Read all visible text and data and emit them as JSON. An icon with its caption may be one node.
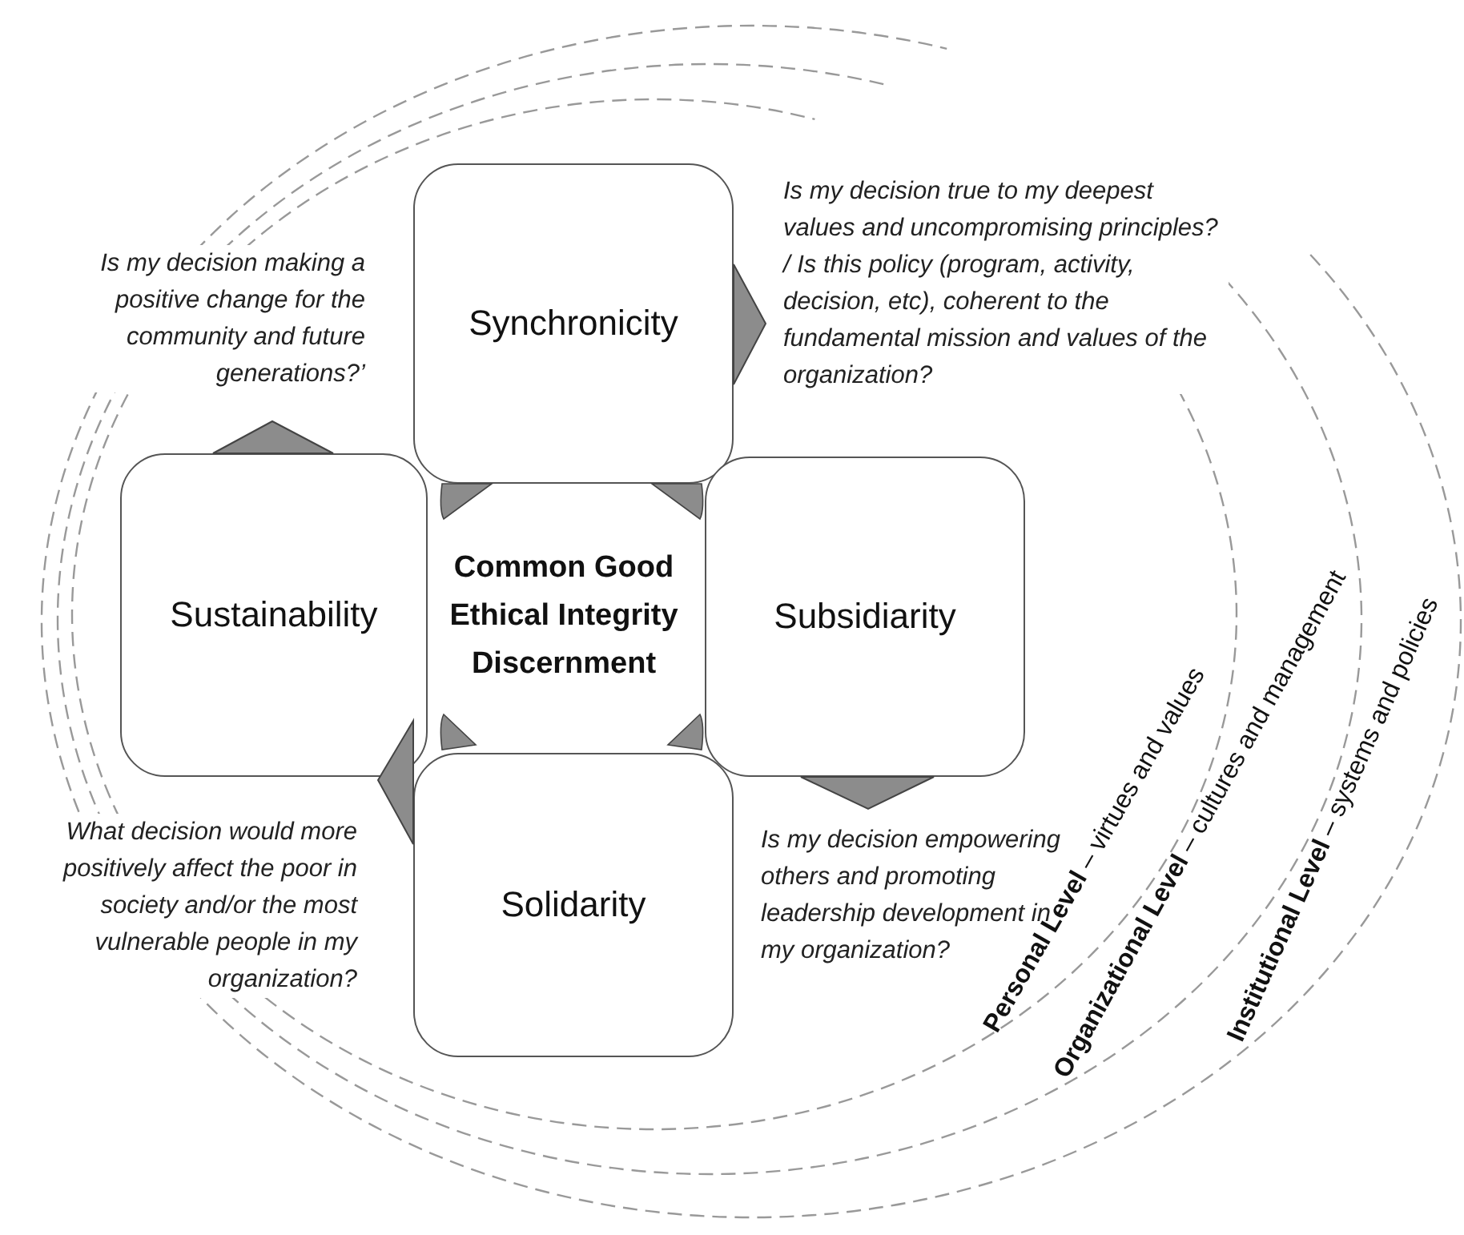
{
  "diagram": {
    "nodes": [
      {
        "text": [
          "Synchronicity"
        ]
      },
      {
        "text": [
          "Sustainability"
        ]
      },
      {
        "text": [
          "Subsidiarity"
        ]
      },
      {
        "text": [
          "Solidarity"
        ]
      }
    ],
    "labels": [
      "Common Good",
      "Ethical Integrity",
      "Discernment",
      "Is my decision making a positive change for the community and future generations?’",
      "Is my decision true to my deepest values and uncompromising principles? / Is this policy (program, activity, decision, etc), coherent to the fundamental mission and values of the organization?",
      "What decision would more positively affect the poor in society and/or the most vulnerable people in my organization?",
      "Is my decision empowering others and promoting leadership development in my organization?",
      "**Personal Level** – virtues and values",
      "**Organizational Level** – cultures and management",
      "**Institutional Level** – systems and policies"
    ]
  }
}
